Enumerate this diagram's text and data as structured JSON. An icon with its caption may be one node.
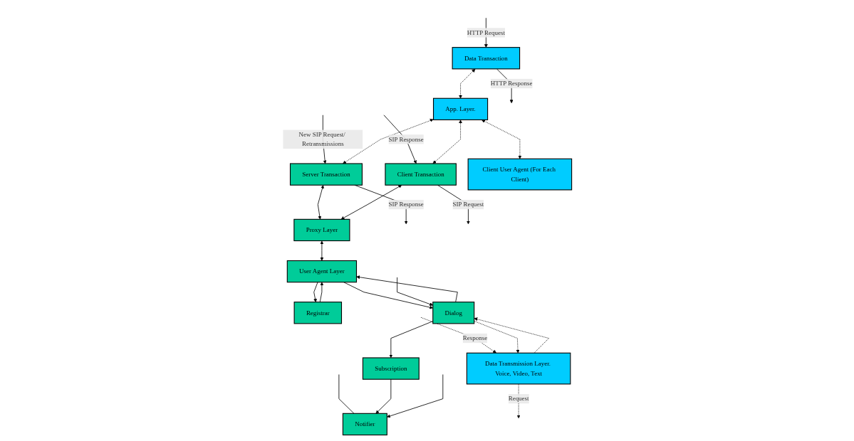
{
  "diagram": {
    "nodes": [
      {
        "text": [
          "Server Transaction"
        ]
      },
      {
        "text": [
          "Proxy Layer"
        ]
      },
      {
        "text": [
          "User Agent Layer"
        ]
      },
      {
        "text": [
          "Registrar"
        ]
      },
      {
        "text": [
          "Notifier"
        ]
      },
      {
        "text": [
          "Subscription"
        ]
      },
      {
        "text": [
          "Client Transaction"
        ]
      },
      {
        "text": [
          "Dialog"
        ]
      },
      {
        "text": [
          "App. Layer."
        ]
      },
      {
        "text": [
          "Client User Agent (For Each Client)"
        ]
      },
      {
        "text": [
          "Data Transaction"
        ]
      },
      {
        "text": [
          "Data Transmission Layer. Voice, Video, Text"
        ]
      }
    ],
    "edges": [
      {
        "from": null,
        "to": 0,
        "arrow": "to",
        "label": "New SIP Request/ Retransmissions"
      },
      {
        "from": 0,
        "to": null,
        "arrow": "to",
        "label": "SIP Response"
      },
      {
        "from": 6,
        "to": null,
        "arrow": "to",
        "label": "SIP Request"
      },
      {
        "from": null,
        "to": 6,
        "arrow": "to",
        "label": "SIP Response"
      },
      {
        "from": 0,
        "to": 1,
        "arrow": "both"
      },
      {
        "from": 6,
        "to": 1,
        "arrow": "both"
      },
      {
        "from": 1,
        "to": 2,
        "arrow": "both"
      },
      {
        "from": 2,
        "to": 3,
        "arrow": "to"
      },
      {
        "from": 3,
        "to": 2,
        "arrow": "to"
      },
      {
        "from": null,
        "to": 4,
        "arrow": "none"
      },
      {
        "from": 5,
        "to": 4,
        "arrow": "to"
      },
      {
        "from": null,
        "to": 4,
        "arrow": "to"
      },
      {
        "from": 7,
        "to": 5,
        "arrow": "to"
      },
      {
        "from": 2,
        "to": 7,
        "arrow": "to"
      },
      {
        "from": 7,
        "to": 2,
        "arrow": "to"
      },
      {
        "from": null,
        "to": 7,
        "arrow": "to"
      },
      {
        "from": 8,
        "to": 0,
        "arrow": "both",
        "style": "dashed"
      },
      {
        "from": 8,
        "to": 6,
        "arrow": "both",
        "style": "dashed"
      },
      {
        "from": 10,
        "to": 8,
        "arrow": "both",
        "style": "dashed"
      },
      {
        "from": 8,
        "to": 9,
        "arrow": "both",
        "style": "dashed"
      },
      {
        "from": null,
        "to": 10,
        "arrow": "to",
        "label": "HTTP Request"
      },
      {
        "from": 10,
        "to": null,
        "arrow": "to",
        "label": "HTTP Response"
      },
      {
        "from": 11,
        "to": null,
        "arrow": "to",
        "style": "dashed",
        "label": "Request"
      },
      {
        "from": null,
        "to": 11,
        "arrow": "to",
        "style": "dashed",
        "label": "Response"
      },
      {
        "from": 11,
        "to": 7,
        "arrow": "to",
        "style": "dashed"
      },
      {
        "from": 7,
        "to": 11,
        "arrow": "to",
        "style": "dashed"
      }
    ]
  }
}
